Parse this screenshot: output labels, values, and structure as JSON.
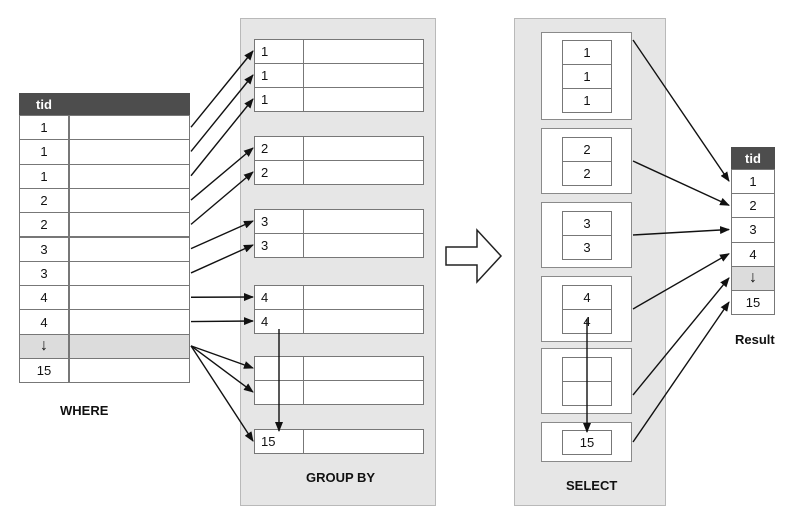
{
  "where": {
    "header": "tid",
    "rows": [
      "1",
      "1",
      "1",
      "2",
      "2",
      "3",
      "3",
      "4",
      "4",
      "",
      "15"
    ],
    "label": "WHERE"
  },
  "group_by": {
    "groups": [
      [
        "1",
        "1",
        "1"
      ],
      [
        "2",
        "2"
      ],
      [
        "3",
        "3"
      ],
      [
        "4",
        "4"
      ],
      [
        "",
        ""
      ],
      [
        "15"
      ]
    ],
    "label": "GROUP BY"
  },
  "select": {
    "groups": [
      [
        "1",
        "1",
        "1"
      ],
      [
        "2",
        "2"
      ],
      [
        "3",
        "3"
      ],
      [
        "4",
        "4"
      ],
      [
        "",
        ""
      ],
      [
        "15"
      ]
    ],
    "label": "SELECT"
  },
  "result": {
    "header": "tid",
    "rows": [
      "1",
      "2",
      "3",
      "4",
      "",
      "15"
    ],
    "label": "Result"
  }
}
